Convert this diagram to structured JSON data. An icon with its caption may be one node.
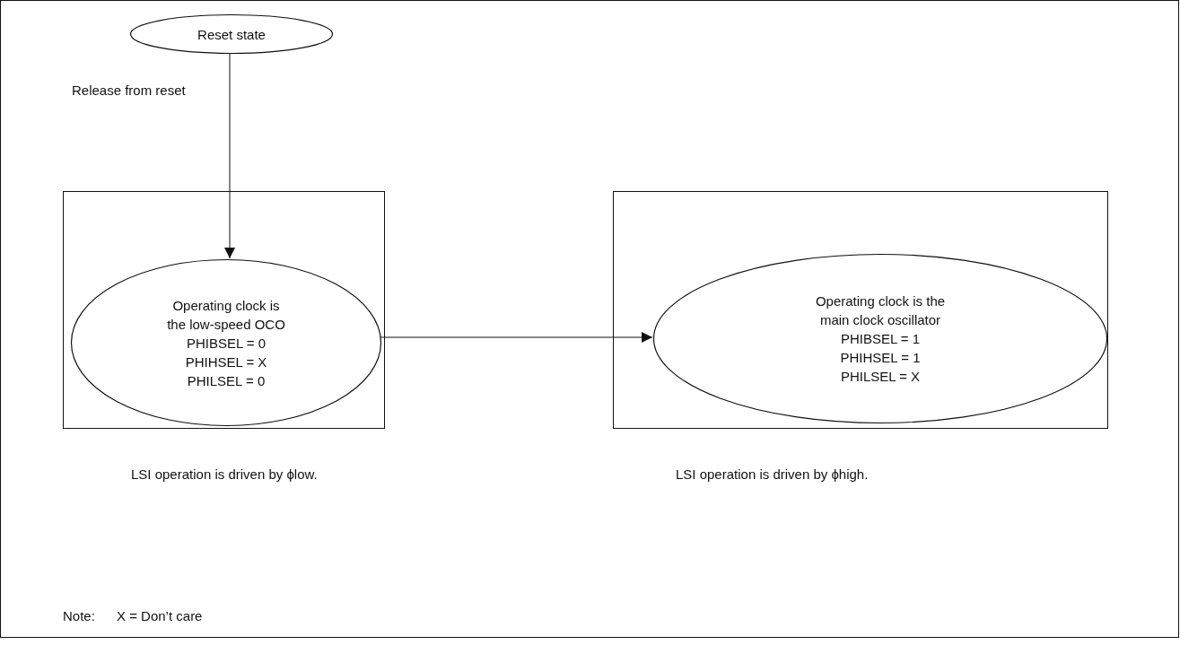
{
  "diagram": {
    "nodes": [
      {
        "text": [
          "Reset state"
        ]
      },
      {
        "text": [],
        "shape": "box",
        "beside": [
          "LSI operation is driven by ϕlow."
        ]
      },
      {
        "text": [
          "Operating clock is the low-speed OCO",
          "PHIBSEL = 0",
          "PHIHSEL = X",
          "PHILSEL = 0"
        ],
        "in": 1
      },
      {
        "text": [],
        "shape": "box",
        "beside": [
          "LSI operation is driven by ϕhigh."
        ]
      },
      {
        "text": [
          "Operating clock is the main clock oscillator",
          "PHIBSEL = 1",
          "PHIHSEL = 1",
          "PHILSEL = X"
        ],
        "in": 3
      }
    ],
    "edges": [
      {
        "from": 0,
        "to": 2,
        "arrow": "to",
        "label": "Release from reset"
      },
      {
        "from": 2,
        "to": 4,
        "arrow": "to"
      }
    ],
    "labels": [
      "Note:",
      "X = Don’t care"
    ]
  }
}
